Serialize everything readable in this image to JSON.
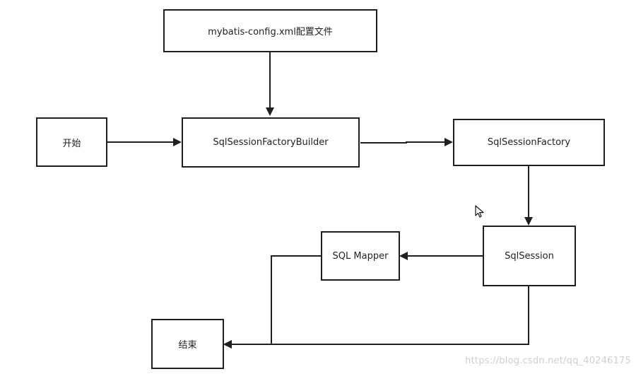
{
  "diagram": {
    "nodes": {
      "config": "mybatis-config.xml配置文件",
      "start": "开始",
      "builder": "SqlSessionFactoryBuilder",
      "factory": "SqlSessionFactory",
      "session": "SqlSession",
      "mapper": "SQL Mapper",
      "end": "结束"
    }
  },
  "watermark": "https://blog.csdn.net/qq_40246175",
  "colors": {
    "line": "#1f1f1f",
    "watermark": "#cfcfcf",
    "background": "#ffffff"
  },
  "icons": {
    "cursor": "mouse-pointer-icon"
  }
}
